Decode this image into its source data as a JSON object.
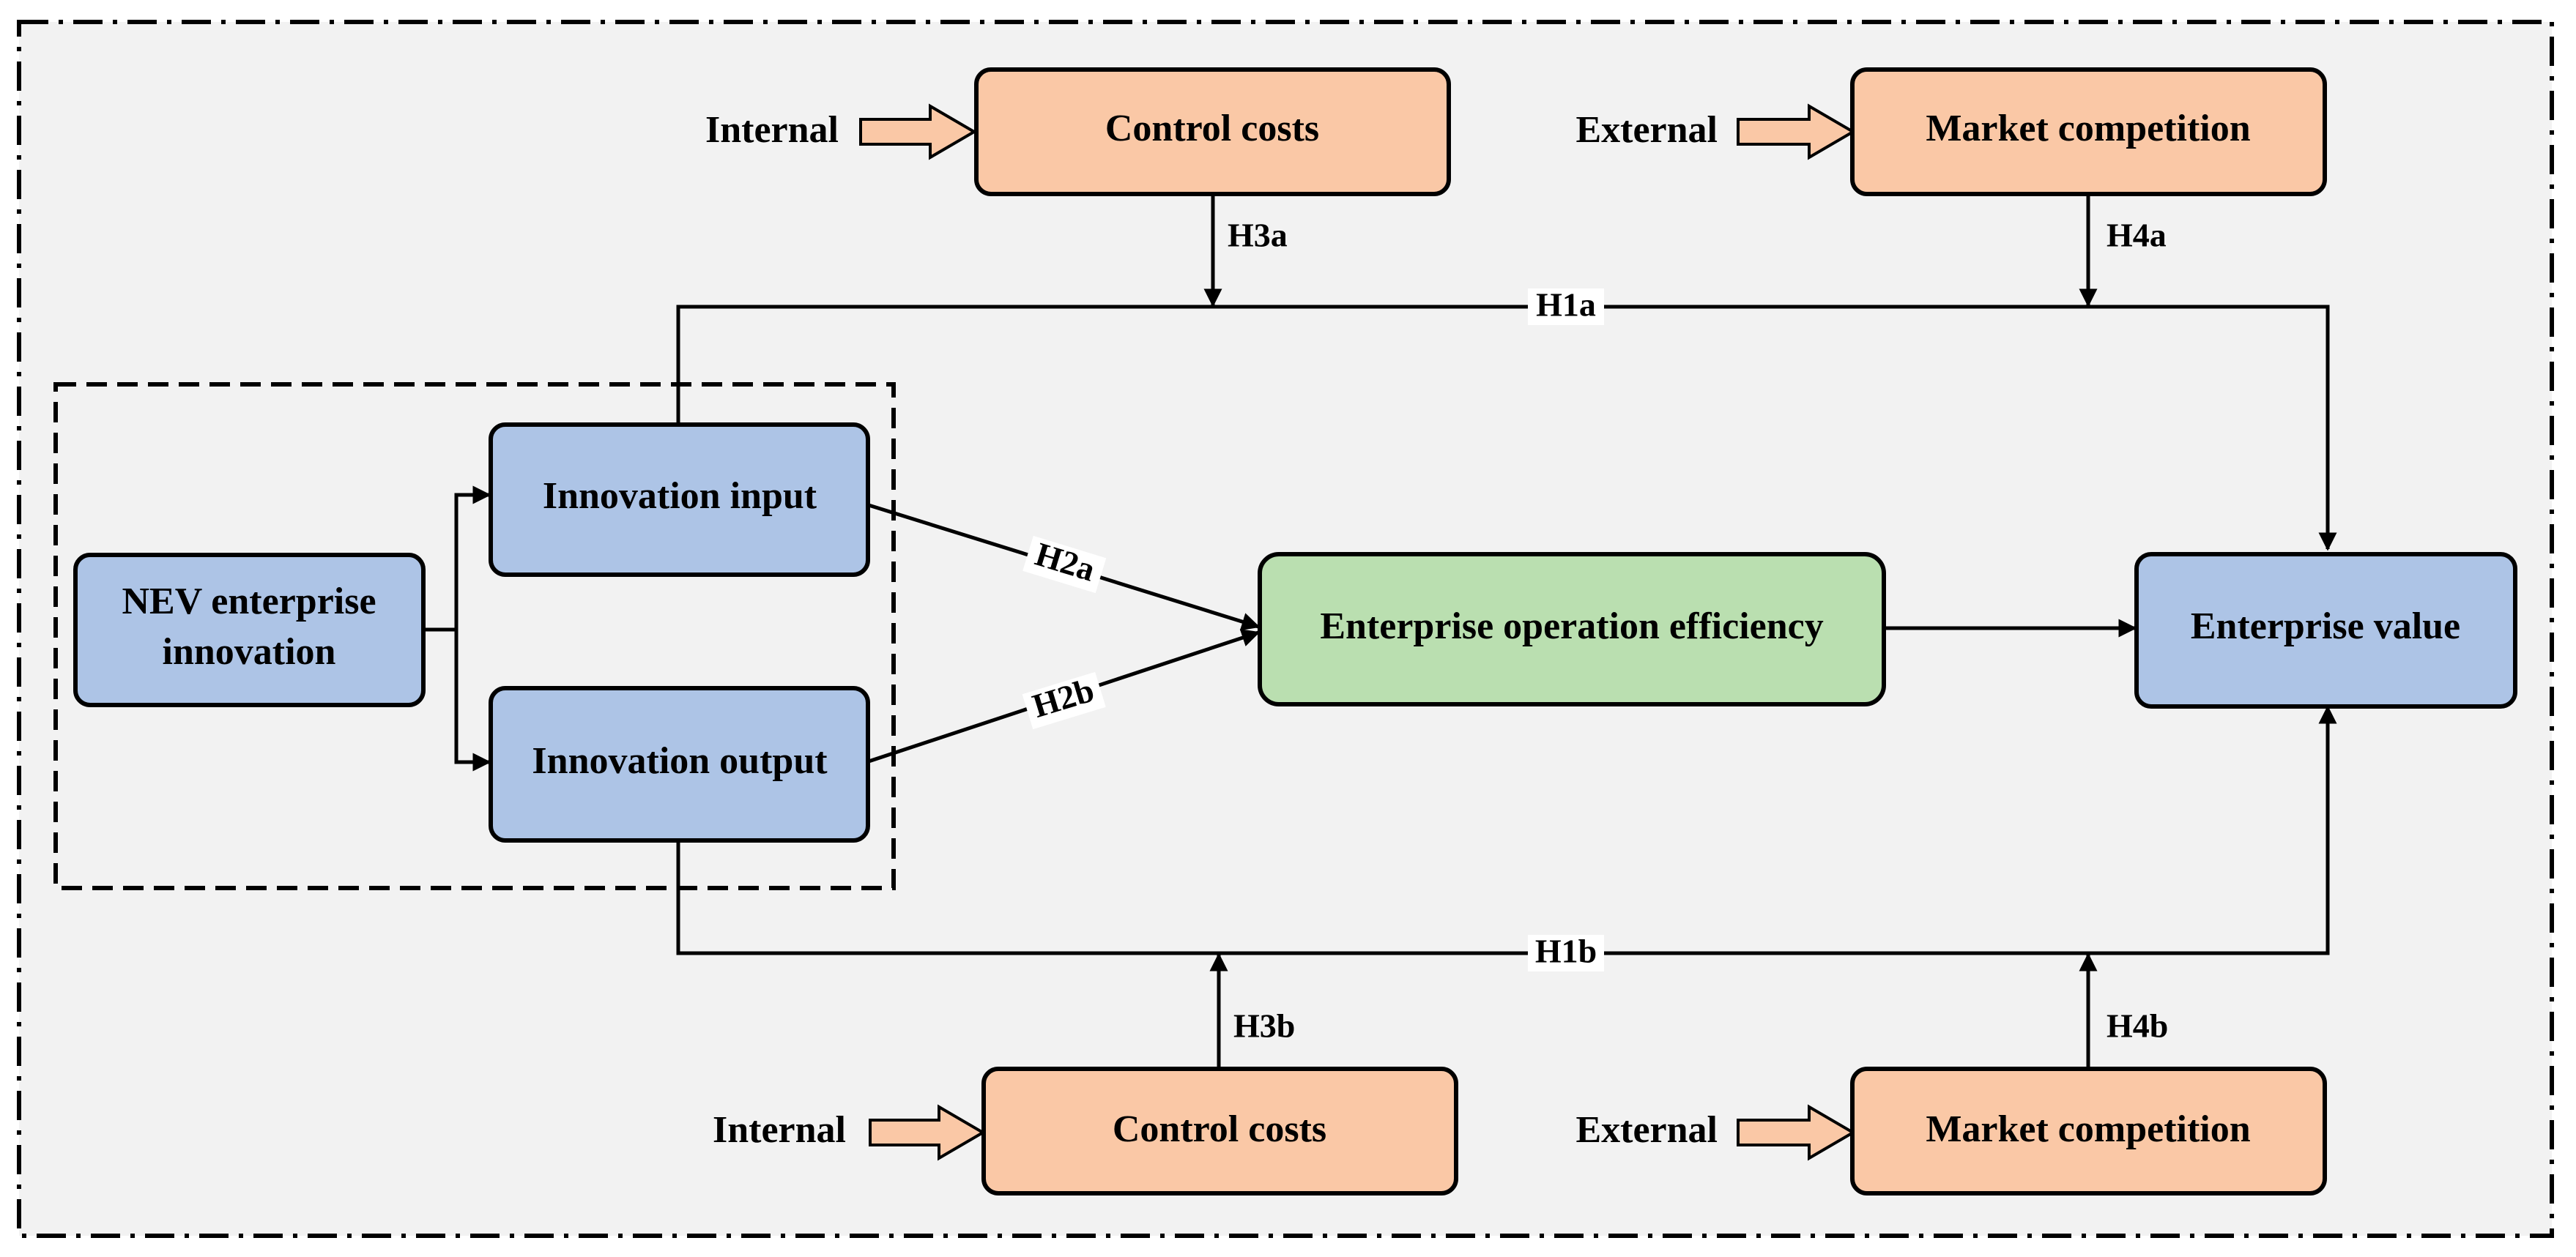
{
  "nodes": {
    "control_costs_top": "Control costs",
    "market_competition_top": "Market competition",
    "innovation_input": "Innovation input",
    "innovation_output": "Innovation output",
    "nev_line1": "NEV enterprise",
    "nev_line2": "innovation",
    "operation_efficiency": "Enterprise operation efficiency",
    "enterprise_value": "Enterprise value",
    "control_costs_bottom": "Control costs",
    "market_competition_bottom": "Market competition"
  },
  "side_labels": {
    "internal_top": "Internal",
    "external_top": "External",
    "internal_bottom": "Internal",
    "external_bottom": "External"
  },
  "hypotheses": {
    "h1a": "H1a",
    "h1b": "H1b",
    "h2a": "H2a",
    "h2b": "H2b",
    "h3a": "H3a",
    "h3b": "H3b",
    "h4a": "H4a",
    "h4b": "H4b"
  },
  "colors": {
    "background": "#f2f2f2",
    "orange_box": "#fac8a6",
    "blue_box": "#adc4e6",
    "green_box": "#badfb0",
    "arrow_fill": "#fac8a6",
    "stroke": "#000000"
  }
}
